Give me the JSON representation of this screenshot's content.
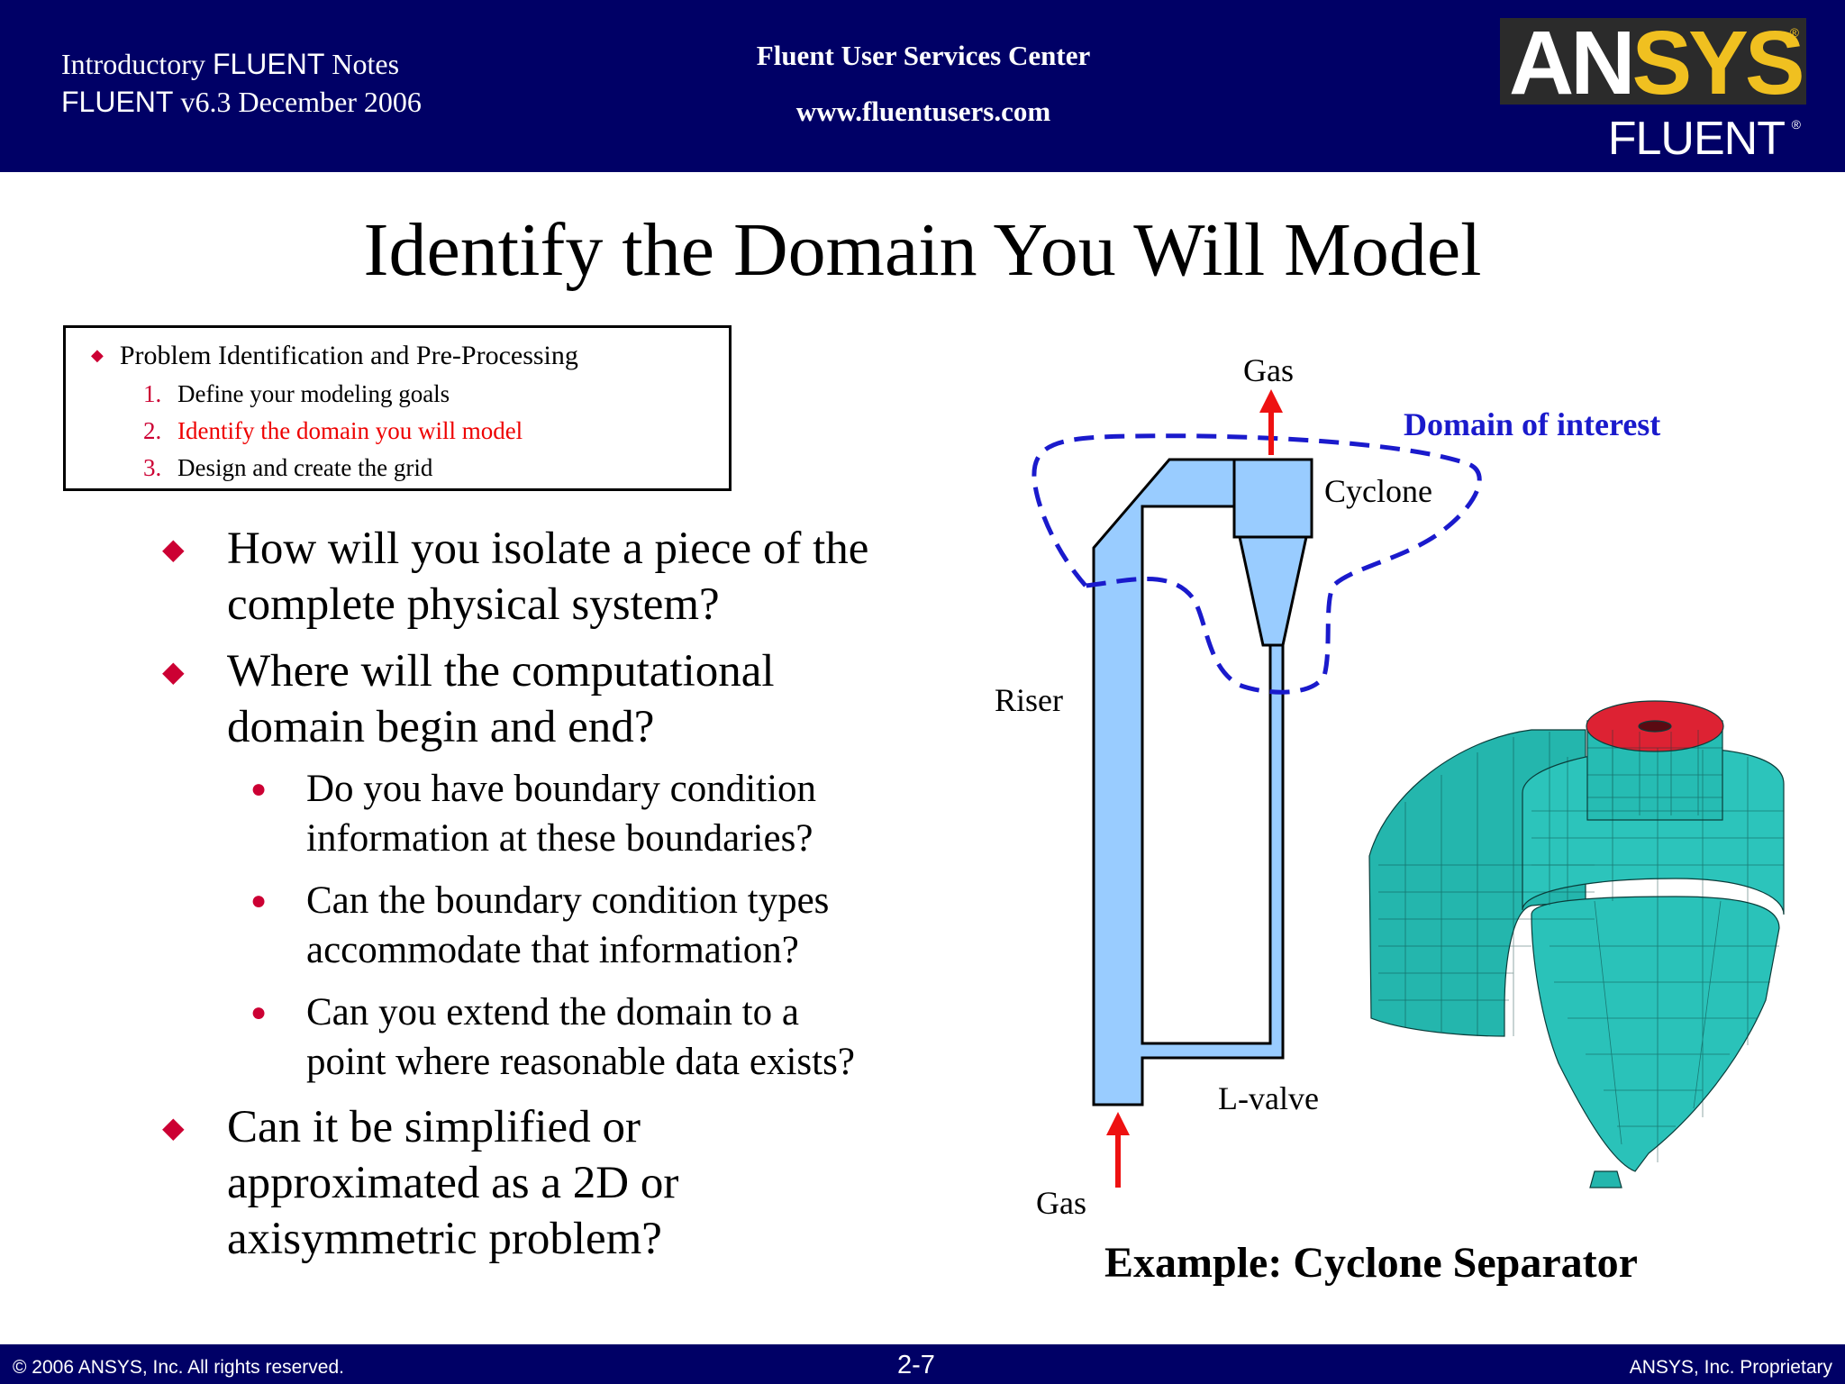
{
  "header": {
    "left_line1_a": "Introductory",
    "left_line1_b": "FLUENT",
    "left_line1_c": "Notes",
    "left_line2_a": "FLUENT",
    "left_line2_b": "v6.3  December 2006",
    "center_line1": "Fluent User Services Center",
    "center_line2": "www.fluentusers.com",
    "logo_an": "AN",
    "logo_sys": "SYS",
    "logo_fluent": "FLUENT",
    "logo_reg": "®"
  },
  "title": "Identify the Domain You Will Model",
  "steps": {
    "heading": "Problem Identification and Pre-Processing",
    "items": [
      {
        "num": "1.",
        "text": "Define your modeling goals"
      },
      {
        "num": "2.",
        "text": "Identify the domain you will model"
      },
      {
        "num": "3.",
        "text": "Design and create the grid"
      }
    ]
  },
  "bullets": {
    "q1_l1": "How will you isolate a piece of the",
    "q1_l2": "complete physical system?",
    "q2_l1": "Where will the computational",
    "q2_l2": "domain begin and end?",
    "s1_l1": "Do you have boundary condition",
    "s1_l2": "information at these boundaries?",
    "s2_l1": "Can the boundary condition types",
    "s2_l2": "accommodate that information?",
    "s3_l1": "Can you extend the domain to a",
    "s3_l2": "point where reasonable data exists?",
    "q3_l1": "Can it be simplified or",
    "q3_l2": "approximated as a 2D or",
    "q3_l3": "axisymmetric problem?"
  },
  "diagram": {
    "gas_top": "Gas",
    "domain_of_interest": "Domain of interest",
    "cyclone": "Cyclone",
    "riser": "Riser",
    "l_valve": "L-valve",
    "gas_bottom": "Gas",
    "colors": {
      "pipe": "#99ccff",
      "domain": "#1a1acc",
      "arrow": "#ee1111",
      "mesh": "#22b8b0",
      "outlet": "#dd2233"
    }
  },
  "example": "Example: Cyclone Separator",
  "footer": {
    "left": "© 2006 ANSYS, Inc.  All rights reserved.",
    "center": "2-7",
    "right": "ANSYS, Inc. Proprietary"
  }
}
